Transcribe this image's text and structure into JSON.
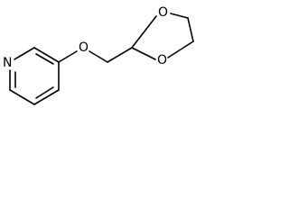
{
  "molecule": {
    "atoms": {
      "nitrogen": "N",
      "ether_oxygen": "O",
      "dioxolane_oxygen_top": "O",
      "dioxolane_oxygen_bottom": "O"
    }
  }
}
